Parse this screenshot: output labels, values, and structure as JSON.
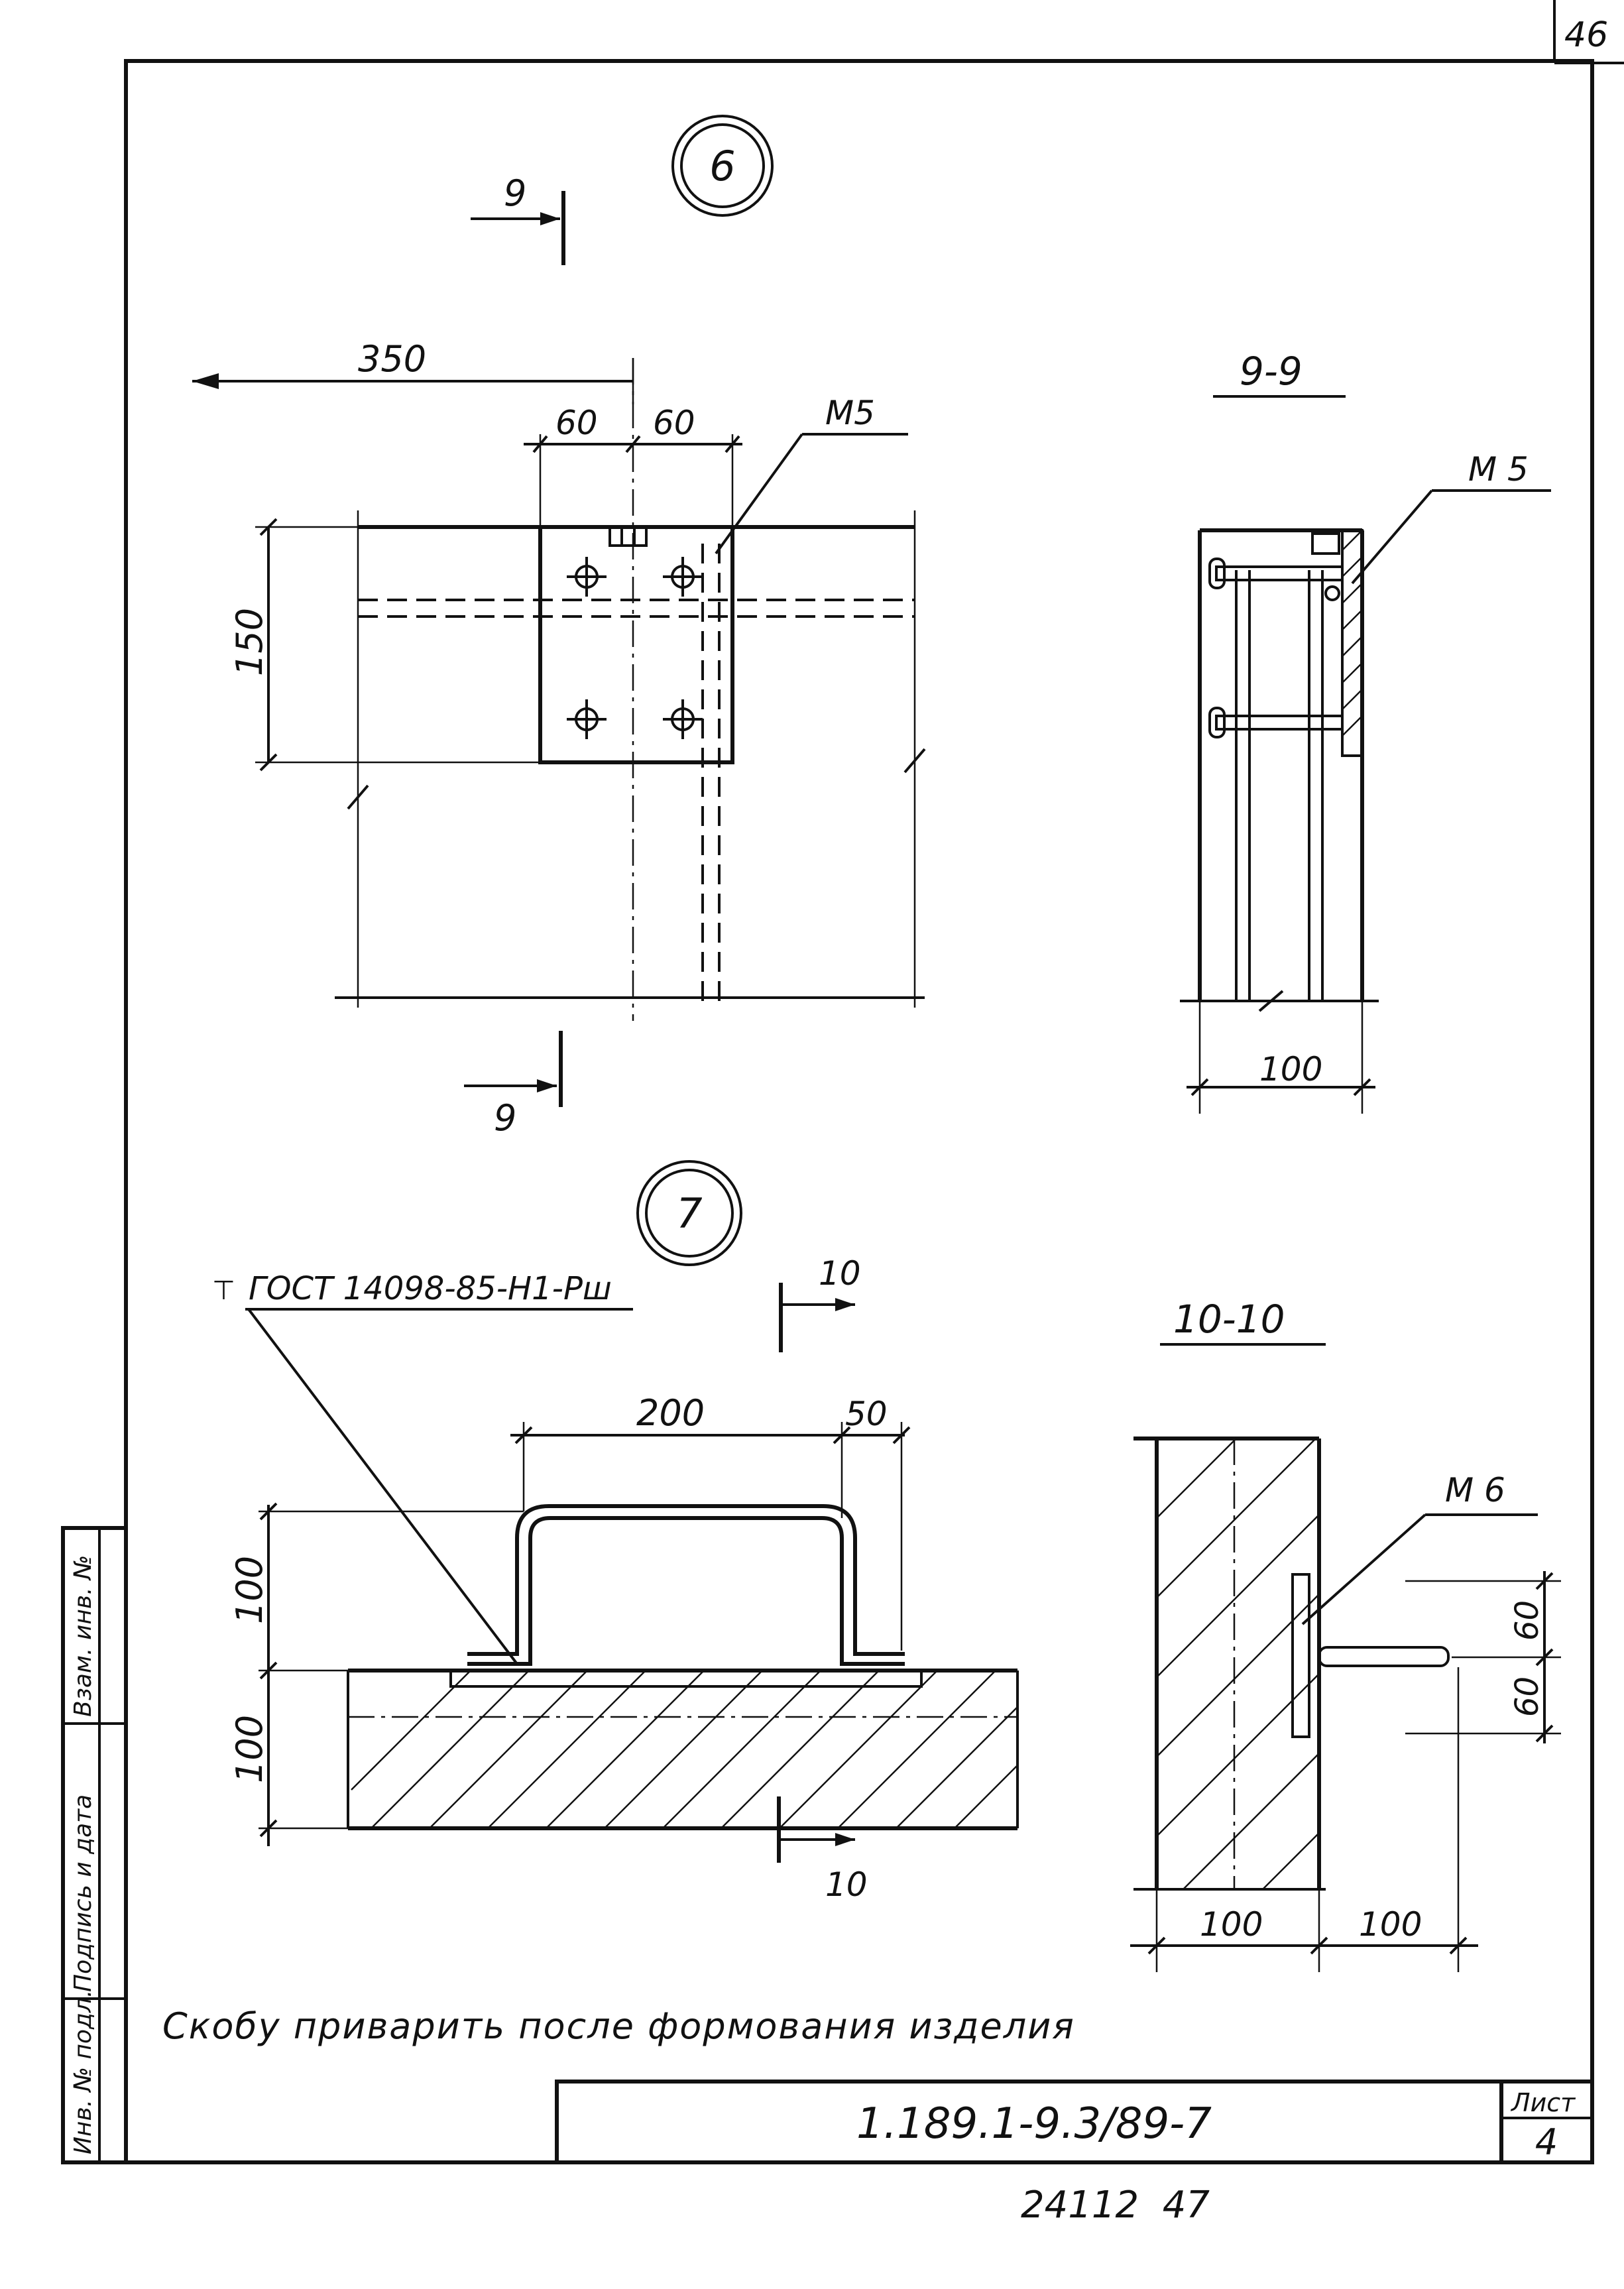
{
  "sheet_number_corner": "46",
  "detail6": {
    "label": "6",
    "section_mark": "9",
    "dim_overall": "350",
    "dim_left": "60",
    "dim_right": "60",
    "dim_height": "150",
    "leader": "M5"
  },
  "section_9_9": {
    "title": "9-9",
    "leader": "M 5",
    "dim_width": "100"
  },
  "detail7": {
    "label": "7",
    "section_mark": "10",
    "note_gost": "ГОСТ 14098-85-Н1-Рш",
    "dim_top_width": "200",
    "dim_side": "50",
    "dim_upper_height": "100",
    "dim_lower_height": "100"
  },
  "section_10_10": {
    "title": "10-10",
    "leader": "M 6",
    "dim_upper": "60",
    "dim_lower": "60",
    "dim_left": "100",
    "dim_right": "100"
  },
  "note_text": "Скобу приварить после формования изделия",
  "title_block": {
    "doc_code": "1.189.1-9.3/89-7",
    "sheet_label": "Лист",
    "sheet_number": "4"
  },
  "side_stamp": {
    "inv_podl": "Инв. № подл.",
    "podpis_data": "Подпись и дата",
    "vzam_inv": "Взам. инв. №"
  },
  "archive_number": "24112  47"
}
